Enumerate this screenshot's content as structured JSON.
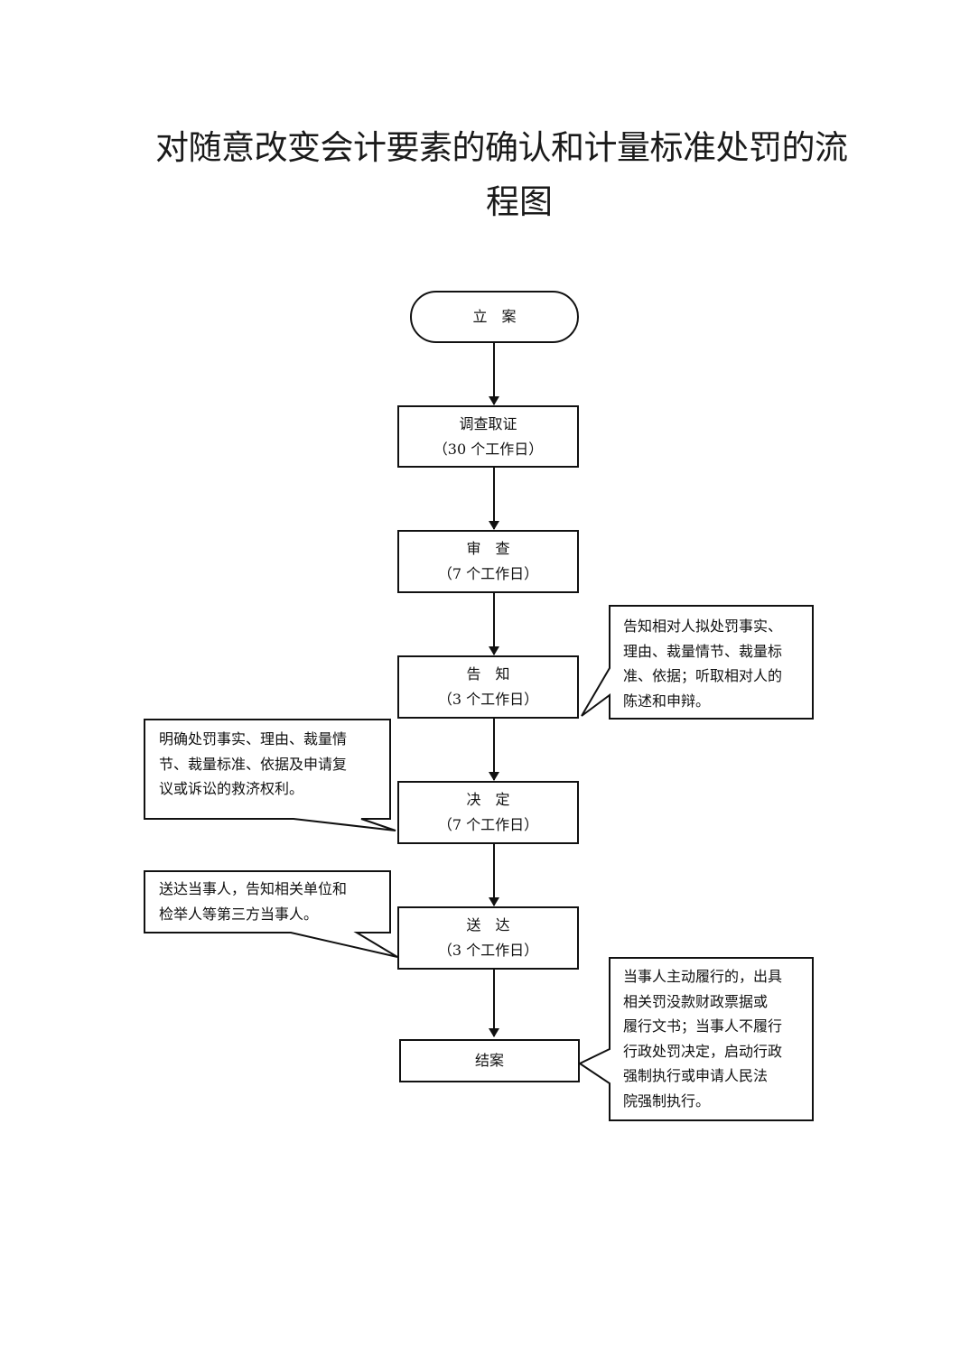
{
  "title": {
    "line1": "对随意改变会计要素的确认和计量标准处罚的流",
    "line2": "程图"
  },
  "steps": {
    "start": {
      "label": "立　案"
    },
    "investigate": {
      "label": "调查取证",
      "duration": "（30 个工作日）"
    },
    "review": {
      "label": "审　查",
      "duration": "（7 个工作日）"
    },
    "notify": {
      "label": "告　知",
      "duration": "（3 个工作日）"
    },
    "decide": {
      "label": "决　定",
      "duration": "（7 个工作日）"
    },
    "deliver": {
      "label": "送　达",
      "duration": "（3 个工作日）"
    },
    "close": {
      "label": "结案"
    }
  },
  "notes": {
    "notify": {
      "lines": [
        "告知相对人拟处罚事实、",
        "理由、裁量情节、裁量标",
        "准、依据；听取相对人的",
        "陈述和申辩。"
      ]
    },
    "decide": {
      "lines": [
        "明确处罚事实、理由、裁量情",
        "节、裁量标准、依据及申请复",
        "议或诉讼的救济权利。"
      ]
    },
    "deliver": {
      "lines": [
        "送达当事人，告知相关单位和",
        "检举人等第三方当事人。"
      ]
    },
    "close": {
      "lines": [
        "当事人主动履行的，出具",
        "相关罚没款财政票据或",
        "履行文书；当事人不履行",
        "行政处罚决定，启动行政",
        "强制执行或申请人民法",
        "院强制执行。"
      ]
    }
  }
}
